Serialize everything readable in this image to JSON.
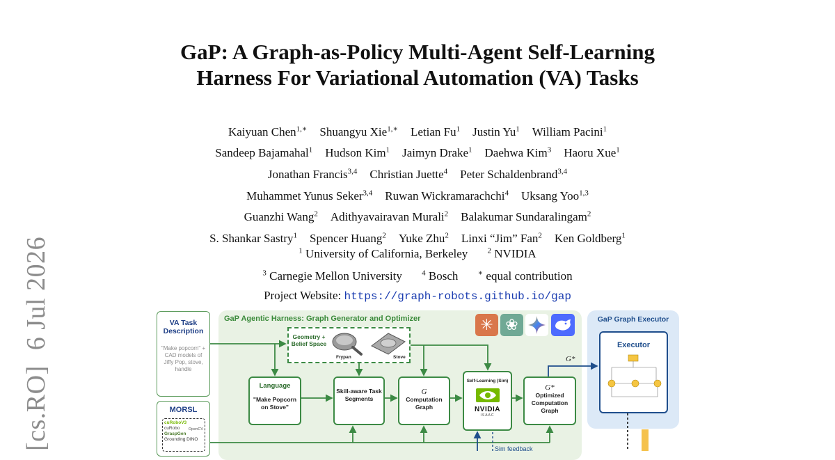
{
  "arxiv": {
    "category": "[cs.RO]",
    "date": "6 Jul 2026"
  },
  "title": {
    "line1": "GaP: A Graph-as-Policy Multi-Agent Self-Learning",
    "line2": "Harness For Variational Automation (VA) Tasks"
  },
  "authors": [
    [
      {
        "name": "Kaiyuan Chen",
        "sup": "1,∗"
      },
      {
        "name": "Shuangyu Xie",
        "sup": "1,∗"
      },
      {
        "name": "Letian Fu",
        "sup": "1"
      },
      {
        "name": "Justin Yu",
        "sup": "1"
      },
      {
        "name": "William Pacini",
        "sup": "1"
      }
    ],
    [
      {
        "name": "Sandeep Bajamahal",
        "sup": "1"
      },
      {
        "name": "Hudson Kim",
        "sup": "1"
      },
      {
        "name": "Jaimyn Drake",
        "sup": "1"
      },
      {
        "name": "Daehwa Kim",
        "sup": "3"
      },
      {
        "name": "Haoru Xue",
        "sup": "1"
      }
    ],
    [
      {
        "name": "Jonathan Francis",
        "sup": "3,4"
      },
      {
        "name": "Christian Juette",
        "sup": "4"
      },
      {
        "name": "Peter Schaldenbrand",
        "sup": "3,4"
      }
    ],
    [
      {
        "name": "Muhammet Yunus Seker",
        "sup": "3,4"
      },
      {
        "name": "Ruwan Wickramarachchi",
        "sup": "4"
      },
      {
        "name": "Uksang Yoo",
        "sup": "1,3"
      }
    ],
    [
      {
        "name": "Guanzhi Wang",
        "sup": "2"
      },
      {
        "name": "Adithyavairavan Murali",
        "sup": "2"
      },
      {
        "name": "Balakumar Sundaralingam",
        "sup": "2"
      }
    ],
    [
      {
        "name": "S. Shankar Sastry",
        "sup": "1"
      },
      {
        "name": "Spencer Huang",
        "sup": "2"
      },
      {
        "name": "Yuke Zhu",
        "sup": "2"
      },
      {
        "name": "Linxi “Jim” Fan",
        "sup": "2"
      },
      {
        "name": "Ken Goldberg",
        "sup": "1"
      }
    ]
  ],
  "affiliations": {
    "row1": [
      {
        "sup": "1",
        "text": "University of California, Berkeley"
      },
      {
        "sup": "2",
        "text": "NVIDIA"
      }
    ],
    "row2": [
      {
        "sup": "3",
        "text": "Carnegie Mellon University"
      },
      {
        "sup": "4",
        "text": "Bosch"
      },
      {
        "sup": "∗",
        "text": "equal contribution"
      }
    ],
    "website_label": "Project Website:",
    "website_url": "https://graph-robots.github.io/gap"
  },
  "figure": {
    "va_task_title": "VA Task Description",
    "va_task_text": "\"Make popcorn\" + CAD models of Jiffy Pop, stove, handle",
    "morsl_title": "MORSL",
    "morsl_items": [
      "cuRoboV3",
      "cuRobo",
      "OpenCV",
      "GraspGen",
      "Grounding DINO"
    ],
    "harness_title": "GaP Agentic Harness:  Graph Generator and Optimizer",
    "geometry_label": "Geometry + Belief Space",
    "frypan_label": "Frypan",
    "stove_label": "Stove",
    "language_title": "Language",
    "language_text": "\"Make Popcorn on Stove\"",
    "skill_label": "Skill-aware Task Segments",
    "comp_graph_symbol": "G",
    "comp_graph_label": "Computation Graph",
    "self_learning_label": "Self-Learning (Sim)",
    "nvidia_label": "NVIDIA",
    "isaac_label": "ISAAC",
    "opt_symbol": "G*",
    "opt_label": "Optimized Computation Graph",
    "edge_symbol": "G*",
    "sim_feedback": "Sim feedback",
    "executor_panel_title": "GaP Graph Executor",
    "executor_title": "Executor",
    "colors": {
      "green_border": "#3c8a44",
      "green_bg": "#e9f2e4",
      "blue_bg": "#dce9f7",
      "blue_border": "#1f4e8c",
      "title_green": "#3a8a3a",
      "title_blue": "#1f4e8c"
    },
    "icons": [
      "claude-icon",
      "openai-icon",
      "gemini-icon",
      "deepseek-icon"
    ]
  }
}
